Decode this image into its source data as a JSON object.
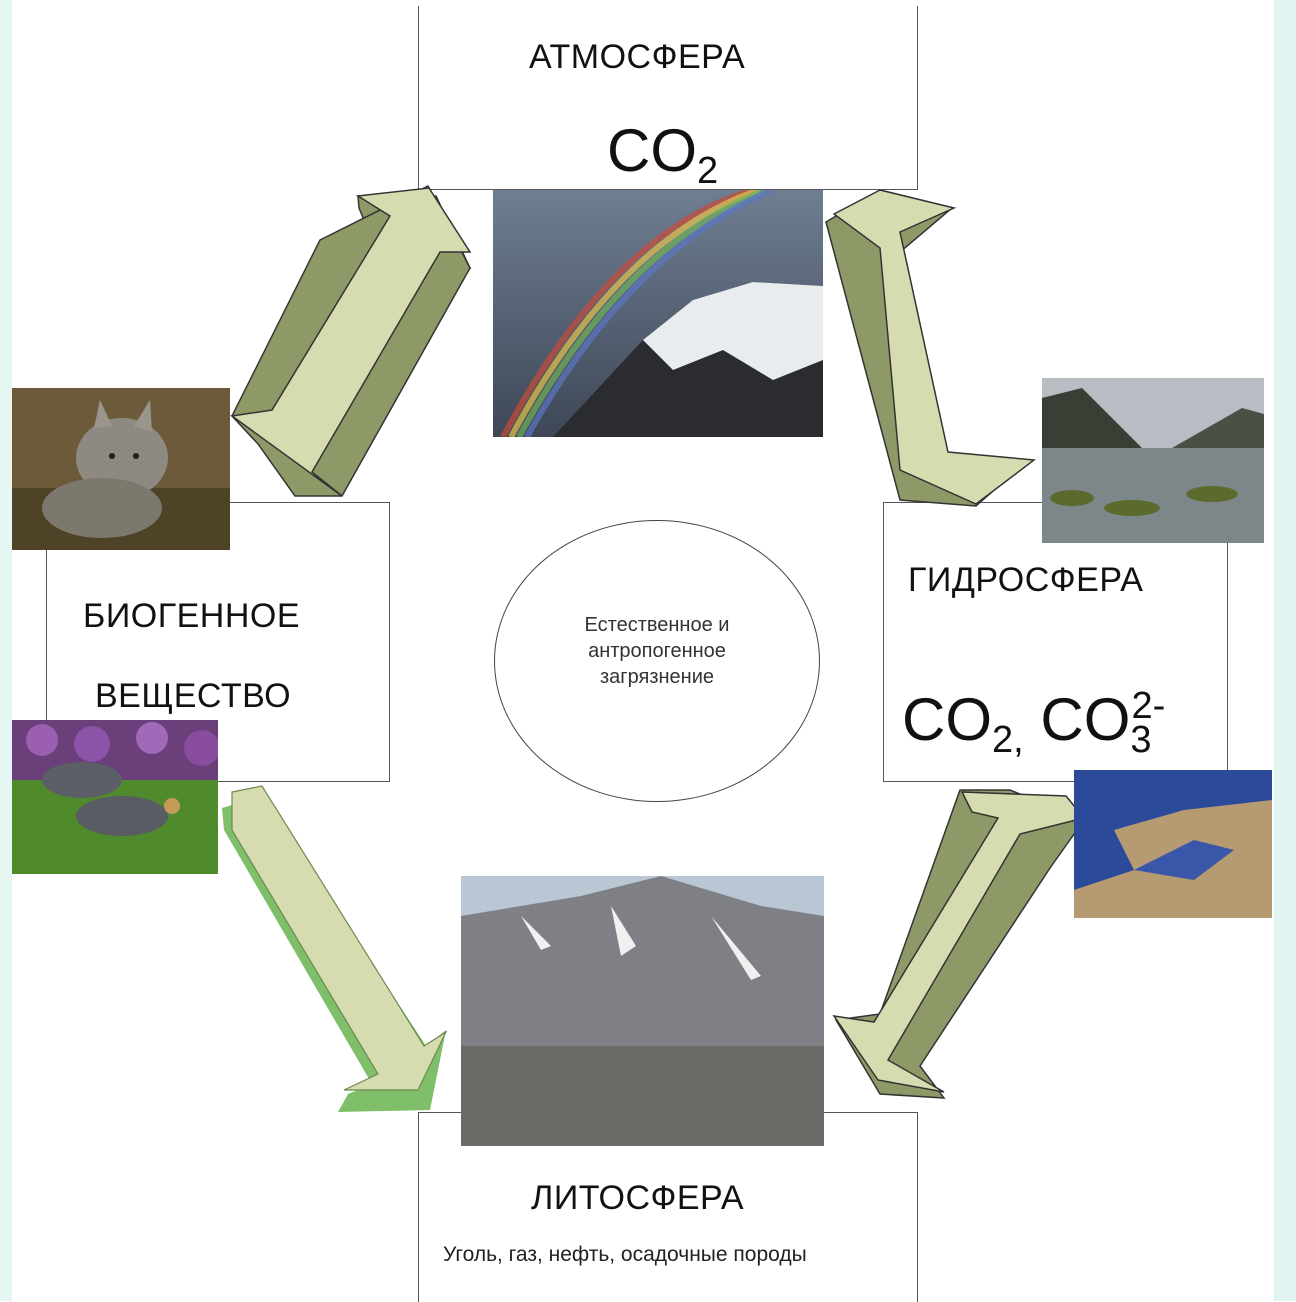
{
  "atmosphere": {
    "title": "АТМОСФЕРА",
    "formula_main": "CO",
    "formula_sub": "2"
  },
  "biogenic": {
    "title_line1": "БИОГЕННОЕ",
    "title_line2": "ВЕЩЕСТВО"
  },
  "hydrosphere": {
    "title": "ГИДРОСФЕРА",
    "f1": "CO",
    "f1_sub": "2",
    "comma": ",",
    "f2": " CO",
    "f2_sub": "3",
    "f2_sup": "2-"
  },
  "lithosphere": {
    "title": "ЛИТОСФЕРА",
    "subtitle": "Уголь, газ, нефть, осадочные породы"
  },
  "center": {
    "line1": "Естественное и",
    "line2": "антропогенное",
    "line3": "загрязнение"
  },
  "colors": {
    "arrow_fill": "#d7dcb0",
    "arrow_side": "#8e9968",
    "arrow_dark": "#707a4a",
    "arrow_green": "#7fbf6a"
  }
}
